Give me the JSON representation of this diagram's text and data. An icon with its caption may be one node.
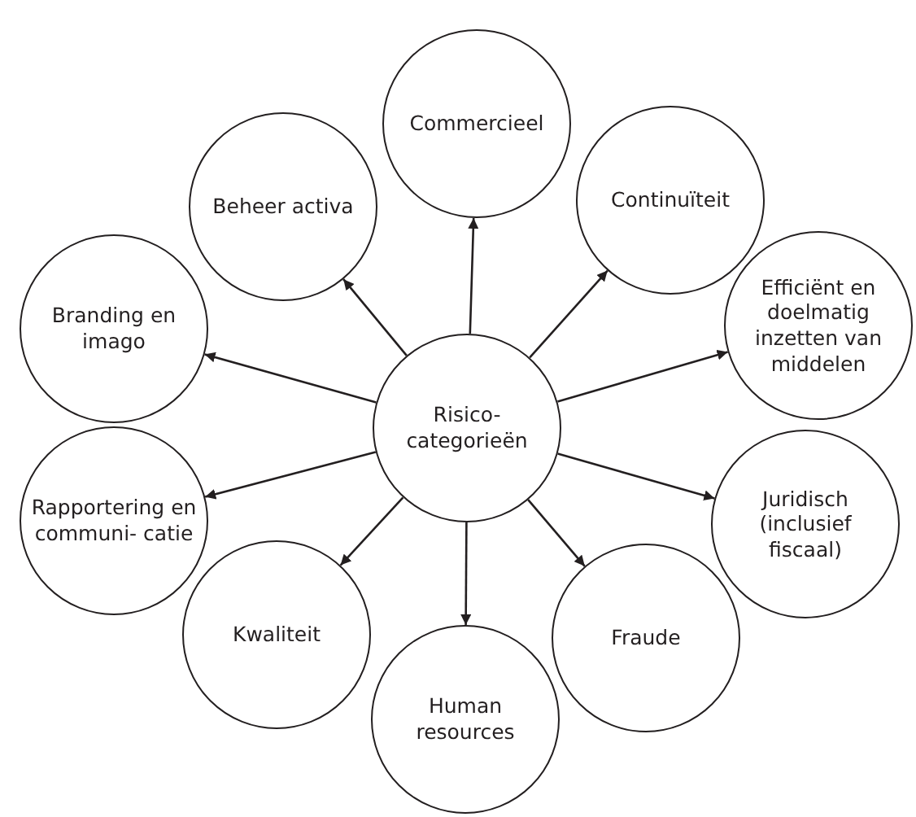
{
  "diagram": {
    "nodes": [
      {
        "text": [
          "Commercieel"
        ]
      },
      {
        "text": [
          "Beheer activa"
        ]
      },
      {
        "text": [
          "Continuïteit"
        ]
      },
      {
        "text": [
          "Branding en imago"
        ]
      },
      {
        "text": [
          "Efficiënt en doelmatig inzetten van middelen"
        ]
      },
      {
        "text": [
          "Risico- categorieën"
        ]
      },
      {
        "text": [
          "Rapportering en communi- catie"
        ]
      },
      {
        "text": [
          "Juridisch (inclusief fiscaal)"
        ]
      },
      {
        "text": [
          "Kwaliteit"
        ]
      },
      {
        "text": [
          "Fraude"
        ]
      },
      {
        "text": [
          "Human resources"
        ]
      }
    ],
    "edges": [
      {
        "from": 5,
        "to": 0,
        "arrow": "to"
      },
      {
        "from": 5,
        "to": 1,
        "arrow": "to"
      },
      {
        "from": 5,
        "to": 2,
        "arrow": "to"
      },
      {
        "from": 5,
        "to": 3,
        "arrow": "to"
      },
      {
        "from": 5,
        "to": 4,
        "arrow": "to"
      },
      {
        "from": 5,
        "to": 6,
        "arrow": "to"
      },
      {
        "from": 5,
        "to": 7,
        "arrow": "to"
      },
      {
        "from": 5,
        "to": 8,
        "arrow": "to"
      },
      {
        "from": 5,
        "to": 9,
        "arrow": "to"
      },
      {
        "from": 5,
        "to": 10,
        "arrow": "to"
      }
    ]
  }
}
